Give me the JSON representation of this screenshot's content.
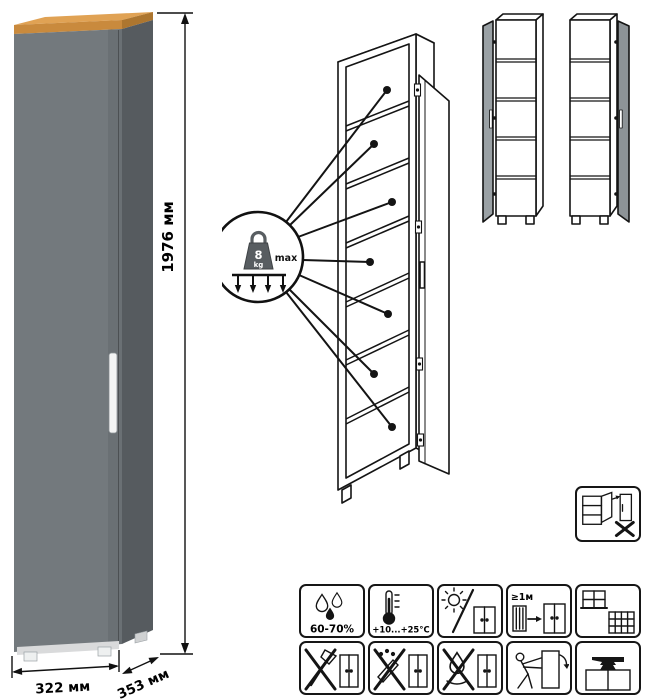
{
  "dimensions": {
    "height": "1976 мм",
    "width": "322 мм",
    "depth": "353 мм"
  },
  "shelf_load": {
    "value": "8",
    "unit": "kg",
    "qualifier": "max"
  },
  "care": {
    "humidity": "60-70%",
    "temperature": "+10...+25°C",
    "heat_distance": "≥1м"
  },
  "pictograms": {
    "standalone": "open-door-misuse-warning-icon",
    "row1": [
      "humidity-icon",
      "temperature-icon",
      "no-direct-sunlight-icon",
      "heat-source-distance-icon",
      "window-wall-grille-icon"
    ],
    "row2": [
      "no-chopping-icon",
      "no-abrasives-icon",
      "no-moisture-icon",
      "push-move-icon",
      "no-heavy-load-icon"
    ]
  },
  "colors": {
    "cabinet_front": "#73797d",
    "cabinet_side": "#565b5f",
    "door_panel_gray": "#9aa1a5",
    "door_panel_gray_dark": "#8d9397",
    "wood_top": "#c98a3d",
    "wood_top_dark": "#ad762f",
    "outline": "#141414"
  }
}
